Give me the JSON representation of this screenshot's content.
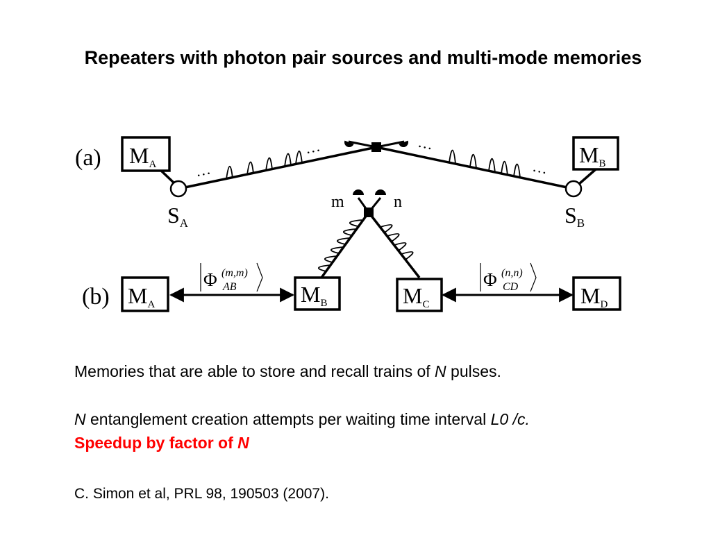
{
  "title": "Repeaters with photon pair sources and multi-mode memories",
  "diagram": {
    "panel_a_label": "(a)",
    "panel_b_label": "(b)",
    "ellipsis": "···",
    "memories": {
      "a_left": {
        "base": "M",
        "sub": "A"
      },
      "a_right": {
        "base": "M",
        "sub": "B"
      },
      "b_1": {
        "base": "M",
        "sub": "A"
      },
      "b_2": {
        "base": "M",
        "sub": "B"
      },
      "b_3": {
        "base": "M",
        "sub": "C"
      },
      "b_4": {
        "base": "M",
        "sub": "D"
      }
    },
    "sources": {
      "left": {
        "base": "S",
        "sub": "A"
      },
      "right": {
        "base": "S",
        "sub": "B"
      }
    },
    "detector_labels": {
      "left": "m",
      "right": "n"
    },
    "states": {
      "left": {
        "phi": "Φ",
        "sup": "(m,m)",
        "sub": "AB"
      },
      "right": {
        "phi": "Φ",
        "sup": "(n,n)",
        "sub": "CD"
      }
    }
  },
  "text": {
    "line1_before": "Memories that are able to store and recall trains of ",
    "line1_var": "N",
    "line1_after": " pulses.",
    "line2_var": "N",
    "line2_middle": " entanglement creation attempts per waiting time interval ",
    "line2_end": "L0 /c.",
    "line3_before": "Speedup by factor of ",
    "line3_var": "N"
  },
  "citation": "C. Simon et al, PRL 98, 190503 (2007)."
}
